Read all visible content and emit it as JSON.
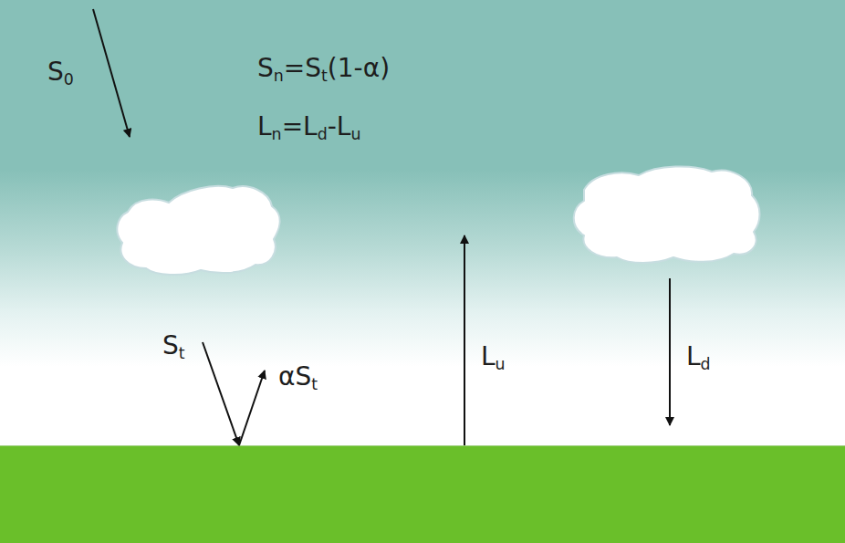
{
  "diagram": {
    "labels": [
      "S",
      "0",
      "S",
      "n",
      "=S",
      "t",
      "(1-α)",
      "L",
      "n",
      "=L",
      "d",
      "-L",
      "u",
      "S",
      "t",
      "αS",
      "t",
      "L",
      "u",
      "L",
      "d"
    ]
  }
}
